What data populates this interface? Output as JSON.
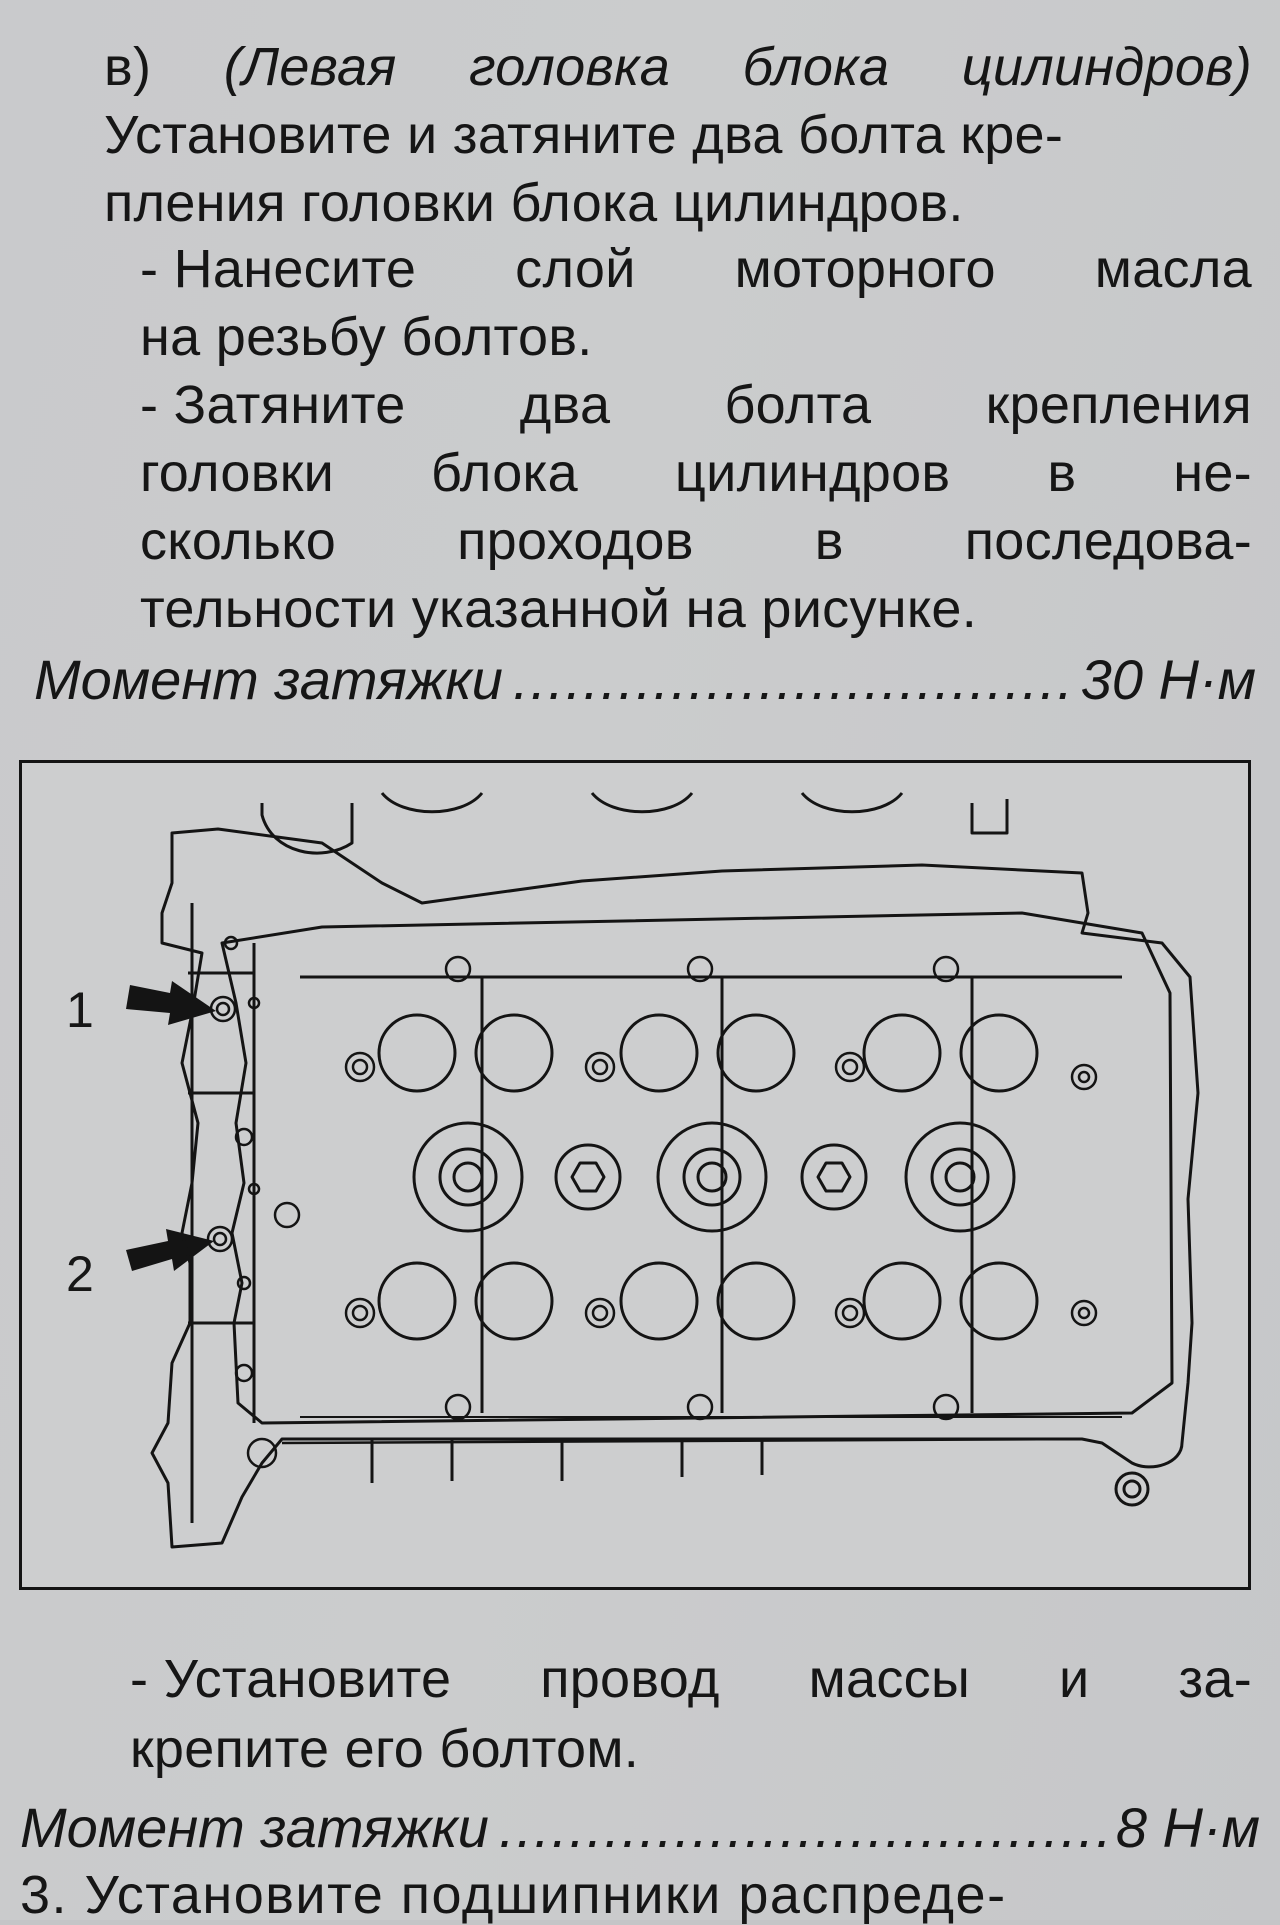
{
  "doc": {
    "l1": [
      "в)",
      "(Левая",
      "головка",
      "блока",
      "цилиндров)"
    ],
    "l2": "Установите и затяните два болта кре-",
    "l3": "пления головки блока цилиндров.",
    "l4": [
      "- Нанесите",
      "слой",
      "моторного",
      "масла"
    ],
    "l5": "на резьбу болтов.",
    "l6": [
      "- Затяните",
      "два",
      "болта",
      "крепления"
    ],
    "l7": [
      "головки",
      "блока",
      "цилиндров",
      "в",
      "не-"
    ],
    "l8": [
      "сколько",
      "проходов",
      "в",
      "последова-"
    ],
    "l9": "тельности указанной на рисунке.",
    "torque1": {
      "label": "Момент затяжки",
      "value": "30 Н·м"
    },
    "l10": [
      "- Установите",
      "провод",
      "массы",
      "и",
      "за-"
    ],
    "l11": "крепите его болтом.",
    "torque2": {
      "label": "Момент затяжки",
      "value": "8 Н·м"
    },
    "l12": "3. Установите подшипники распреде-"
  },
  "figure": {
    "callouts": [
      "1",
      "2"
    ]
  }
}
